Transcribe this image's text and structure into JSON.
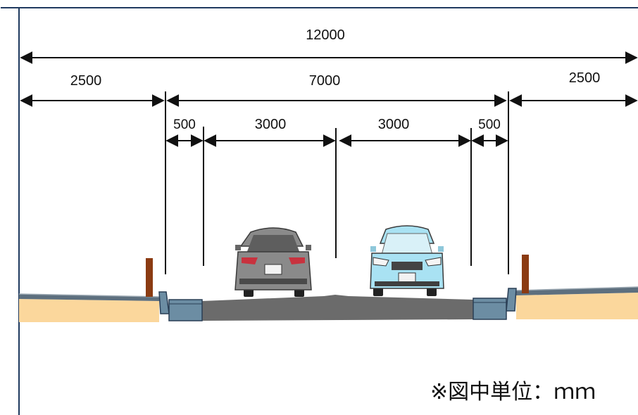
{
  "dimensions": {
    "total": "12000",
    "sidewalk_left": "2500",
    "carriageway": "7000",
    "sidewalk_right": "2500",
    "shoulder_left": "500",
    "lane_left": "3000",
    "lane_right": "3000",
    "shoulder_right": "500"
  },
  "note": "※図中単位：ｍｍ",
  "colors": {
    "frame": "#1f3a5f",
    "road": "#6b6b6b",
    "sidewalk": "#fbd79c",
    "curb": "#6c8da3",
    "post": "#8b3b12",
    "car_left": "#8a8a8a",
    "car_right": "#a9e2f3"
  }
}
